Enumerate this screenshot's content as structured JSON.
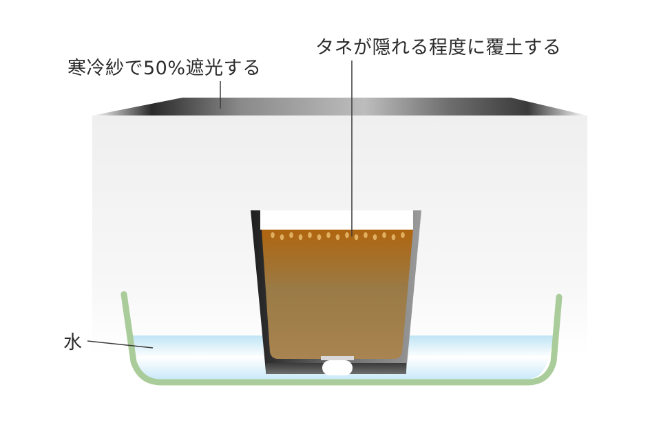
{
  "labels": {
    "shade_cloth": "寒冷紗で50%遮光する",
    "soil_cover": "タネが隠れる程度に覆土する",
    "water": "水"
  },
  "colors": {
    "cloth_top_dark": "#2a2a2a",
    "cloth_body": "#f4f4f4",
    "tray_green": "#a9cc9a",
    "water_blue": "#bfe4f5",
    "soil_top": "#b0650f",
    "soil_bottom": "#a88450",
    "pot_gray": "#4a4a4a",
    "seed": "#e0b060",
    "text": "#2c2c2c"
  },
  "icons": {
    "seeds": "seed-icon"
  }
}
